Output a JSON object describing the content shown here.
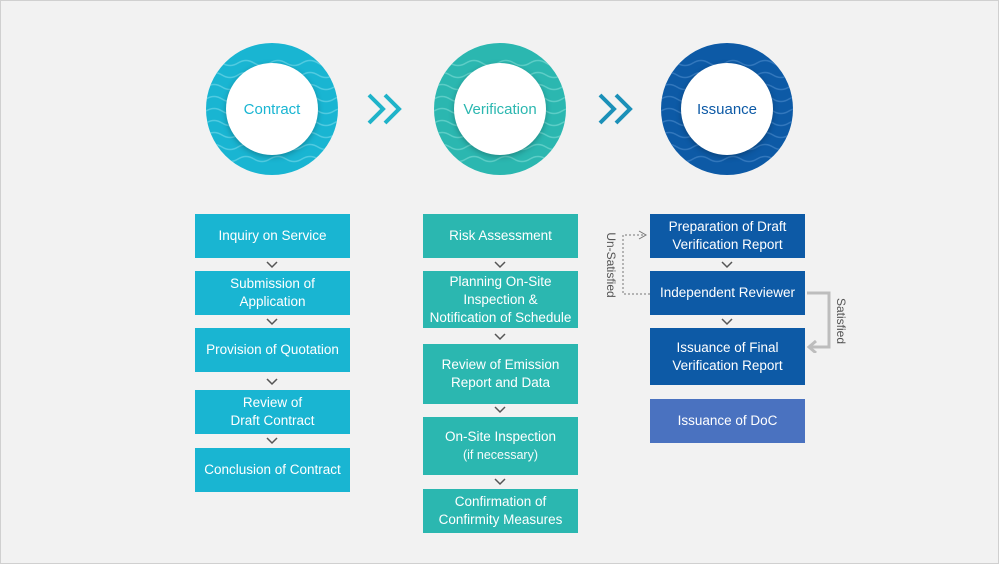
{
  "colors": {
    "contract": "#19b5d2",
    "verification": "#2bb7b0",
    "issuance": "#0d5aa6",
    "doc": "#4a72c0",
    "arrow": "#555555"
  },
  "stages": [
    {
      "label": "Contract"
    },
    {
      "label": "Verification"
    },
    {
      "label": "Issuance"
    }
  ],
  "contract_steps": [
    {
      "line1": "Inquiry on Service"
    },
    {
      "line1": "Submission of",
      "line2": "Application"
    },
    {
      "line1": "Provision of Quotation"
    },
    {
      "line1": "Review of",
      "line2": "Draft Contract"
    },
    {
      "line1": "Conclusion of Contract"
    }
  ],
  "verification_steps": [
    {
      "line1": "Risk Assessment"
    },
    {
      "line1": "Planning On-Site",
      "line2": "Inspection &",
      "line3": "Notification of Schedule"
    },
    {
      "line1": "Review of Emission",
      "line2": "Report and Data"
    },
    {
      "line1": "On-Site Inspection",
      "line2": "(if necessary)"
    },
    {
      "line1": "Confirmation of",
      "line2": "Confirmity Measures"
    }
  ],
  "issuance_steps": [
    {
      "line1": "Preparation of Draft",
      "line2": "Verification Report"
    },
    {
      "line1": "Independent Reviewer"
    },
    {
      "line1": "Issuance of Final",
      "line2": "Verification Report"
    },
    {
      "line1": "Issuance of DoC"
    }
  ],
  "loop_labels": {
    "unsatisfied": "Un-Satisfied",
    "satisfied": "Satisfied"
  }
}
